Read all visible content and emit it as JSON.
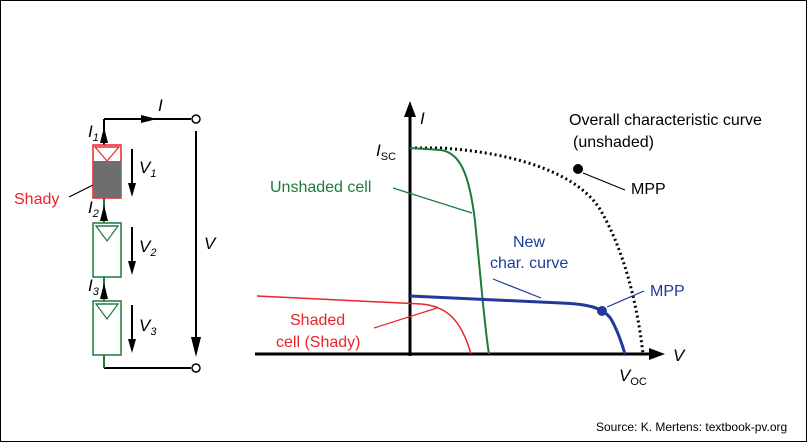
{
  "circuit": {
    "current_label": "I",
    "voltage_label": "V",
    "shady_label": "Shady",
    "cells": [
      {
        "current": "I",
        "current_sub": "1",
        "voltage": "V",
        "voltage_sub": "1"
      },
      {
        "current": "I",
        "current_sub": "2",
        "voltage": "V",
        "voltage_sub": "2"
      },
      {
        "current": "I",
        "current_sub": "3",
        "voltage": "V",
        "voltage_sub": "3"
      }
    ]
  },
  "graph": {
    "y_axis_label": "I",
    "x_axis_label": "V",
    "isc_label": "I",
    "isc_sub": "SC",
    "voc_label": "V",
    "voc_sub": "OC",
    "overall_line1": "Overall characteristic curve",
    "overall_line2": "(unshaded)",
    "mpp_top": "MPP",
    "unshaded_cell": "Unshaded cell",
    "new_curve_line1": "New",
    "new_curve_line2": "char. curve",
    "mpp_bottom": "MPP",
    "shaded_line1": "Shaded",
    "shaded_line2": "cell (Shady)"
  },
  "colors": {
    "black": "#000000",
    "green": "#1e7a3c",
    "blue": "#1f3a9a",
    "red": "#e8242c",
    "shade_gray": "#6e6e6e"
  },
  "source": "Source: K. Mertens: textbook-pv.org"
}
